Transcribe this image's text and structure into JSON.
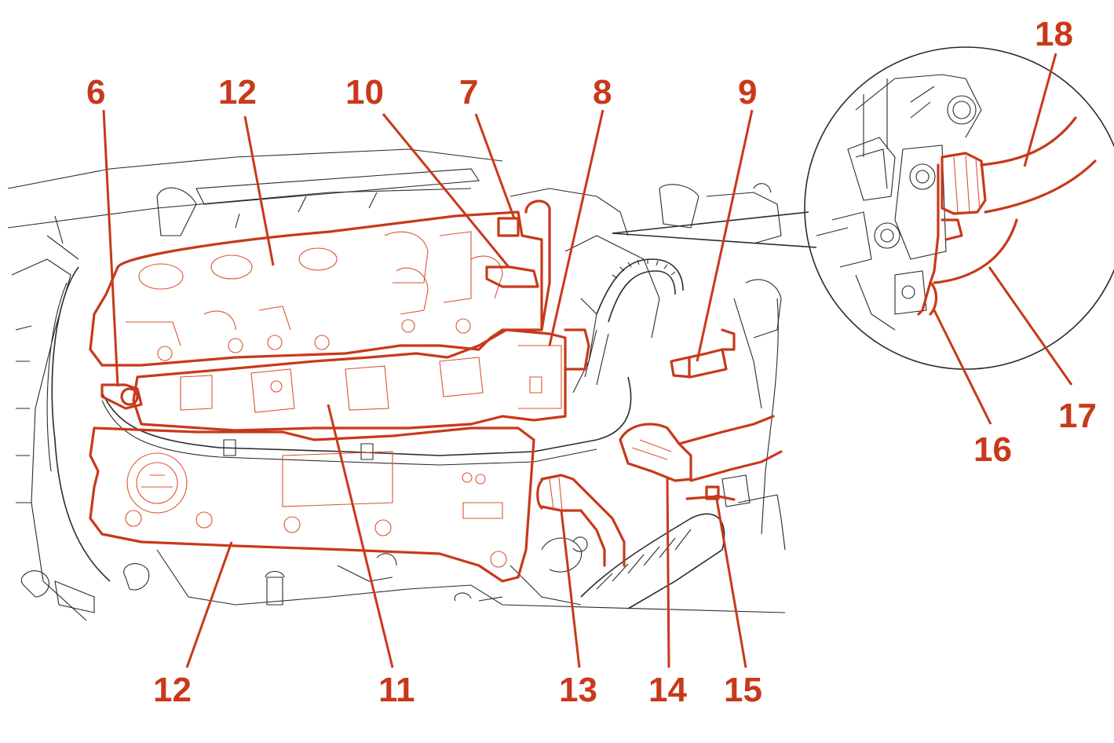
{
  "colors": {
    "callout": "#c8391a",
    "outline": "#2b2b2b",
    "background": "#ffffff"
  },
  "callouts": {
    "c6": "6",
    "c12_top": "12",
    "c10": "10",
    "c7": "7",
    "c8": "8",
    "c9": "9",
    "c18": "18",
    "c17": "17",
    "c16": "16",
    "c12_bottom": "12",
    "c11": "11",
    "c13": "13",
    "c14": "14",
    "c15": "15"
  }
}
